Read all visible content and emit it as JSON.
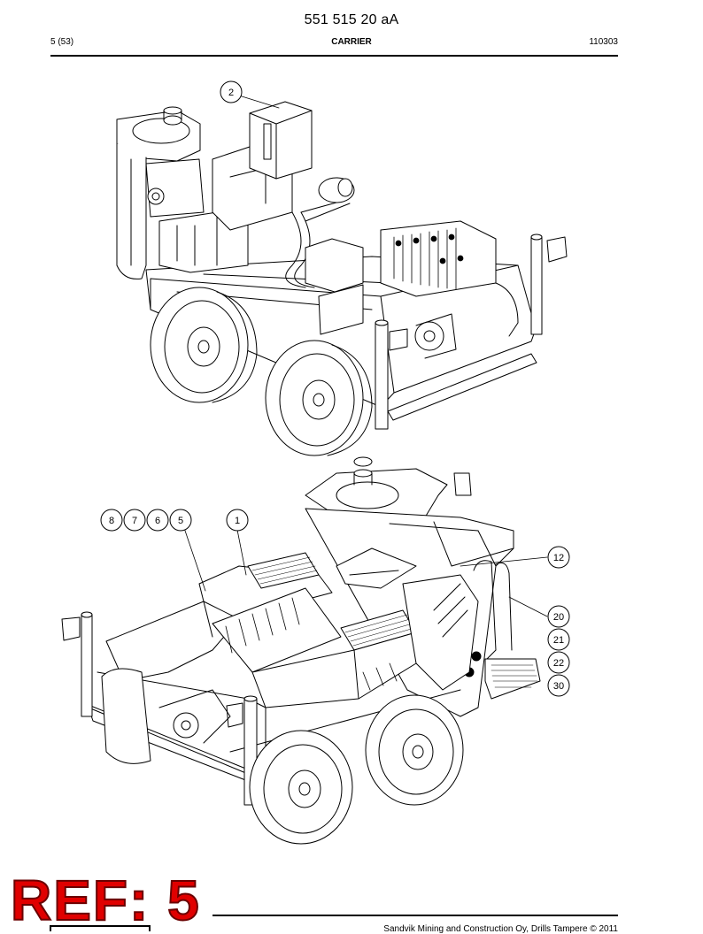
{
  "header": {
    "doc_number": "551 515 20 aA",
    "page_ref": "5 (53)",
    "section_title": "CARRIER",
    "doc_date": "110303"
  },
  "callouts_top": [
    "2"
  ],
  "callouts_bottom": [
    "8",
    "7",
    "6",
    "5",
    "1",
    "12",
    "20",
    "21",
    "22",
    "30"
  ],
  "stamp": {
    "text": "REF: 5",
    "color": "#e00000"
  },
  "footer": {
    "copyright": "Sandvik Mining and Construction Oy, Drills Tampere © 2011"
  }
}
